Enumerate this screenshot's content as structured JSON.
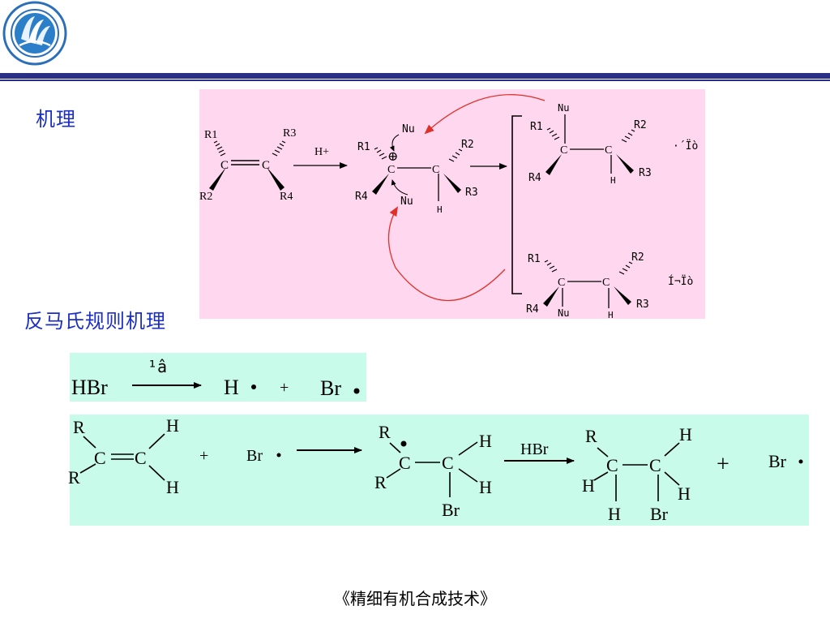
{
  "header": {
    "logo_icon": "school-emblem-icon",
    "rule_color": "#2a2f86"
  },
  "headings": {
    "mechanism": "机理",
    "anti_markovnikov": "反马氏规则机理"
  },
  "mechanism": {
    "step1": {
      "c_left": "C",
      "c_right": "C",
      "r1": "R1",
      "r2": "R2",
      "r3": "R3",
      "r4": "R4",
      "reagent": "H+"
    },
    "intermediate": {
      "r1": "R1",
      "r2": "R2",
      "r3": "R3",
      "r4": "R4",
      "c_left": "C",
      "c_right": "C",
      "h": "H",
      "charge": "⊕",
      "nu_top": "Nu",
      "nu_bottom": "Nu"
    },
    "product_top": {
      "nu": "Nu",
      "r1": "R1",
      "r2": "R2",
      "r3": "R3",
      "r4": "R4",
      "c_left": "C",
      "c_right": "C",
      "h": "H",
      "label": "·´Ïò"
    },
    "product_bottom": {
      "r1": "R1",
      "r2": "R2",
      "r3": "R3",
      "r4": "R4",
      "c_left": "C",
      "c_right": "C",
      "nu": "Nu",
      "h": "H",
      "label": "Í¬Ïò"
    }
  },
  "initiation": {
    "reactant": "HBr",
    "condition": "¹â",
    "product1": "H",
    "plus": "+",
    "product2": "Br"
  },
  "propagation": {
    "alkene": {
      "r_top": "R",
      "r_bottom": "R",
      "c_left": "C",
      "c_right": "C",
      "h_top": "H",
      "h_bottom": "H"
    },
    "plus1": "+",
    "radical": "Br",
    "intermediate": {
      "r_top": "R",
      "r_bottom": "R",
      "c_left": "C",
      "c_right": "C",
      "h_top": "H",
      "h_bottom": "H",
      "br": "Br"
    },
    "reagent": "HBr",
    "product": {
      "r": "R",
      "h_left": "H",
      "c_left": "C",
      "c_right": "C",
      "h_top": "H",
      "h_bottom_left": "H",
      "h_right": "H",
      "br": "Br"
    },
    "plus2": "+",
    "radical_out": "Br"
  },
  "footer": "《精细有机合成技术》",
  "colors": {
    "heading": "#1b2fc4",
    "mech_bg": "#ffd7ee",
    "teal_bg": "#c8fbe9",
    "curved_arrow": "#e0302a"
  }
}
